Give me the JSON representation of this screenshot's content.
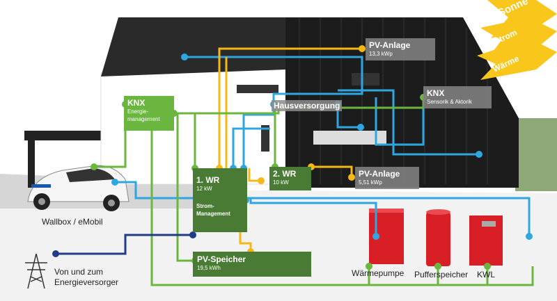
{
  "sun": {
    "labels": [
      "Sonne",
      "Strom",
      "Wärme"
    ]
  },
  "boxes": {
    "knx_energy": {
      "title": "KNX",
      "sub1": "Energie-",
      "sub2": "management"
    },
    "wr1": {
      "title": "1. WR",
      "sub": "12 kW",
      "strom1": "Strom-",
      "strom2": "Management"
    },
    "wr2": {
      "title": "2. WR",
      "sub": "10 kW"
    },
    "pv_roof": {
      "title": "PV-Anlage",
      "sub": "13,3 kWp"
    },
    "pv_side": {
      "title": "PV-Anlage",
      "sub": "5,51 kWp"
    },
    "knx_sensor": {
      "title": "KNX",
      "sub": "Sensorik & Aktorik"
    },
    "pv_storage": {
      "title": "PV-Speicher",
      "sub": "19,5 kWh"
    }
  },
  "labels": {
    "hausversorgung": "Hausversorgung",
    "wallbox": "Wallbox / eMobil",
    "grid1": "Von und zum",
    "grid2": "Energieversorger",
    "heatpump": "Wärmepumpe",
    "buffer": "Pufferspeicher",
    "kwl": "KWL"
  },
  "colors": {
    "green": "#6ab63e",
    "blue": "#2ea7e0",
    "yellow": "#f6b817",
    "navy": "#203c86",
    "dark_green": "#4a7b34",
    "red": "#d81f26"
  }
}
